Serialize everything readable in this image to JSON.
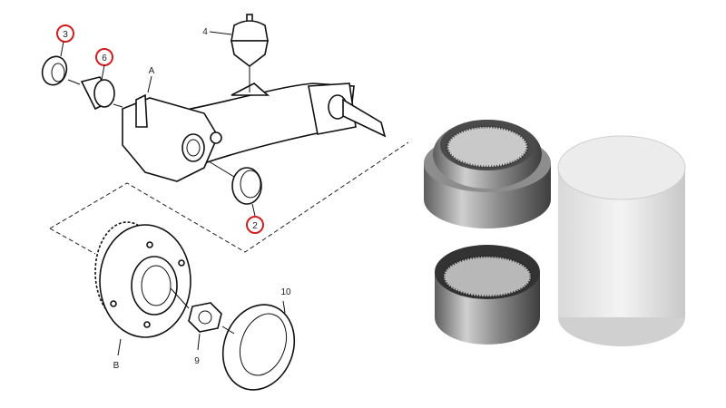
{
  "diagram": {
    "callouts": [
      {
        "id": "3",
        "label": "3",
        "highlighted": true
      },
      {
        "id": "6",
        "label": "6",
        "highlighted": true
      },
      {
        "id": "4",
        "label": "4",
        "highlighted": false
      },
      {
        "id": "A",
        "label": "A",
        "highlighted": false
      },
      {
        "id": "2",
        "label": "2",
        "highlighted": true
      },
      {
        "id": "B",
        "label": "B",
        "highlighted": false
      },
      {
        "id": "9",
        "label": "9",
        "highlighted": false
      },
      {
        "id": "10",
        "label": "10",
        "highlighted": false
      }
    ],
    "highlight_color": "#d01f1f"
  }
}
